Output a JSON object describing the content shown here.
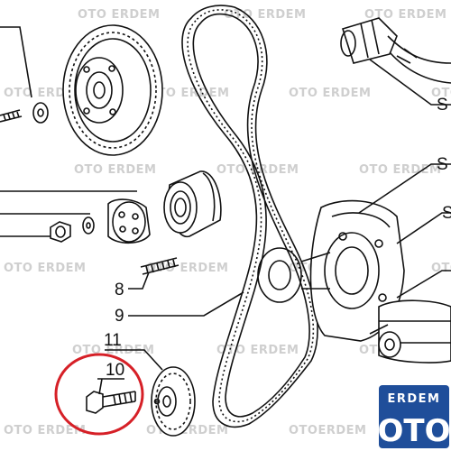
{
  "watermark": {
    "text_primary": "OTO ERDEM",
    "text_variant": "OTOERDEM",
    "color": "#cfcfcf"
  },
  "callouts": {
    "label_8": "8",
    "label_9": "9",
    "label_10": "10",
    "label_11": "11"
  },
  "highlight": {
    "color": "#d62027"
  },
  "logo": {
    "top_text": "ERDEM",
    "bottom_text": "OTO",
    "background": "#1f4e9a"
  },
  "partial_labels": {
    "right_s": "S"
  }
}
